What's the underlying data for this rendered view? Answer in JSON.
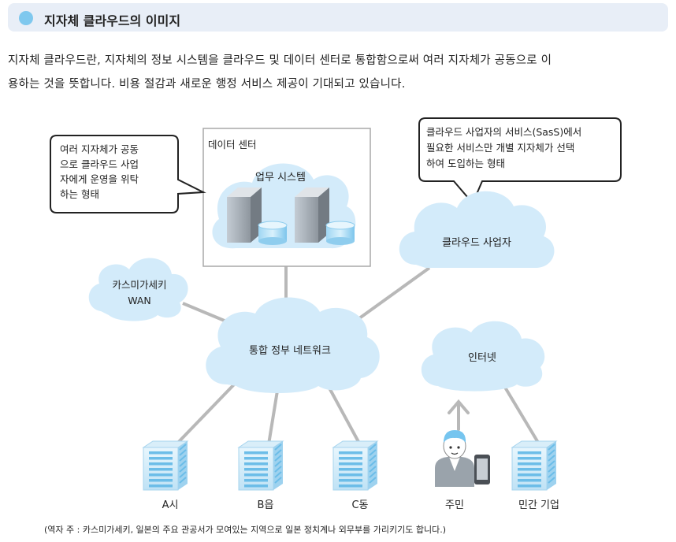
{
  "header": {
    "title": "지자체 클라우드의 이미지"
  },
  "intro": {
    "line1": "지자체 클라우드란, 지자체의 정보 시스템을 클라우드 및 데이터 센터로 통합함으로써 여러 지자체가 공동으로 이",
    "line2": "용하는 것을 뜻합니다. 비용 절감과 새로운 행정 서비스 제공이 기대되고 있습니다."
  },
  "diagram": {
    "datacenter": {
      "label": "데이터 센터",
      "system_label": "업무 시스템"
    },
    "callout_left": {
      "lines": [
        "여러 지자체가 공동",
        "으로 클라우드 사업",
        "자에게 운영을 위탁",
        "하는 형태"
      ]
    },
    "callout_right": {
      "lines": [
        "클라우드 사업자의 서비스(SasS)에서",
        "필요한 서비스만 개별 지자체가 선택",
        "하여 도입하는 형태"
      ]
    },
    "clouds": {
      "provider": "클라우드 사업자",
      "wan_line1": "카스미가세키",
      "wan_line2": "WAN",
      "gov_network": "통합 정부 네트워크",
      "internet": "인터넷"
    },
    "nodes": {
      "a_city": "A시",
      "b_town": "B읍",
      "c_dong": "C동",
      "resident": "주민",
      "private_company": "민간 기업"
    }
  },
  "footnote": "(역자 주 : 카스미가세키, 일본의 주요 관공서가 모여있는 지역으로 일본 정치계나 외무부를 가리키기도 합니다.)",
  "colors": {
    "cloud_fill": "#d3ebfa",
    "header_bg": "#e8eef7",
    "header_dot": "#7fc8ee",
    "line": "#b8b8b8"
  }
}
